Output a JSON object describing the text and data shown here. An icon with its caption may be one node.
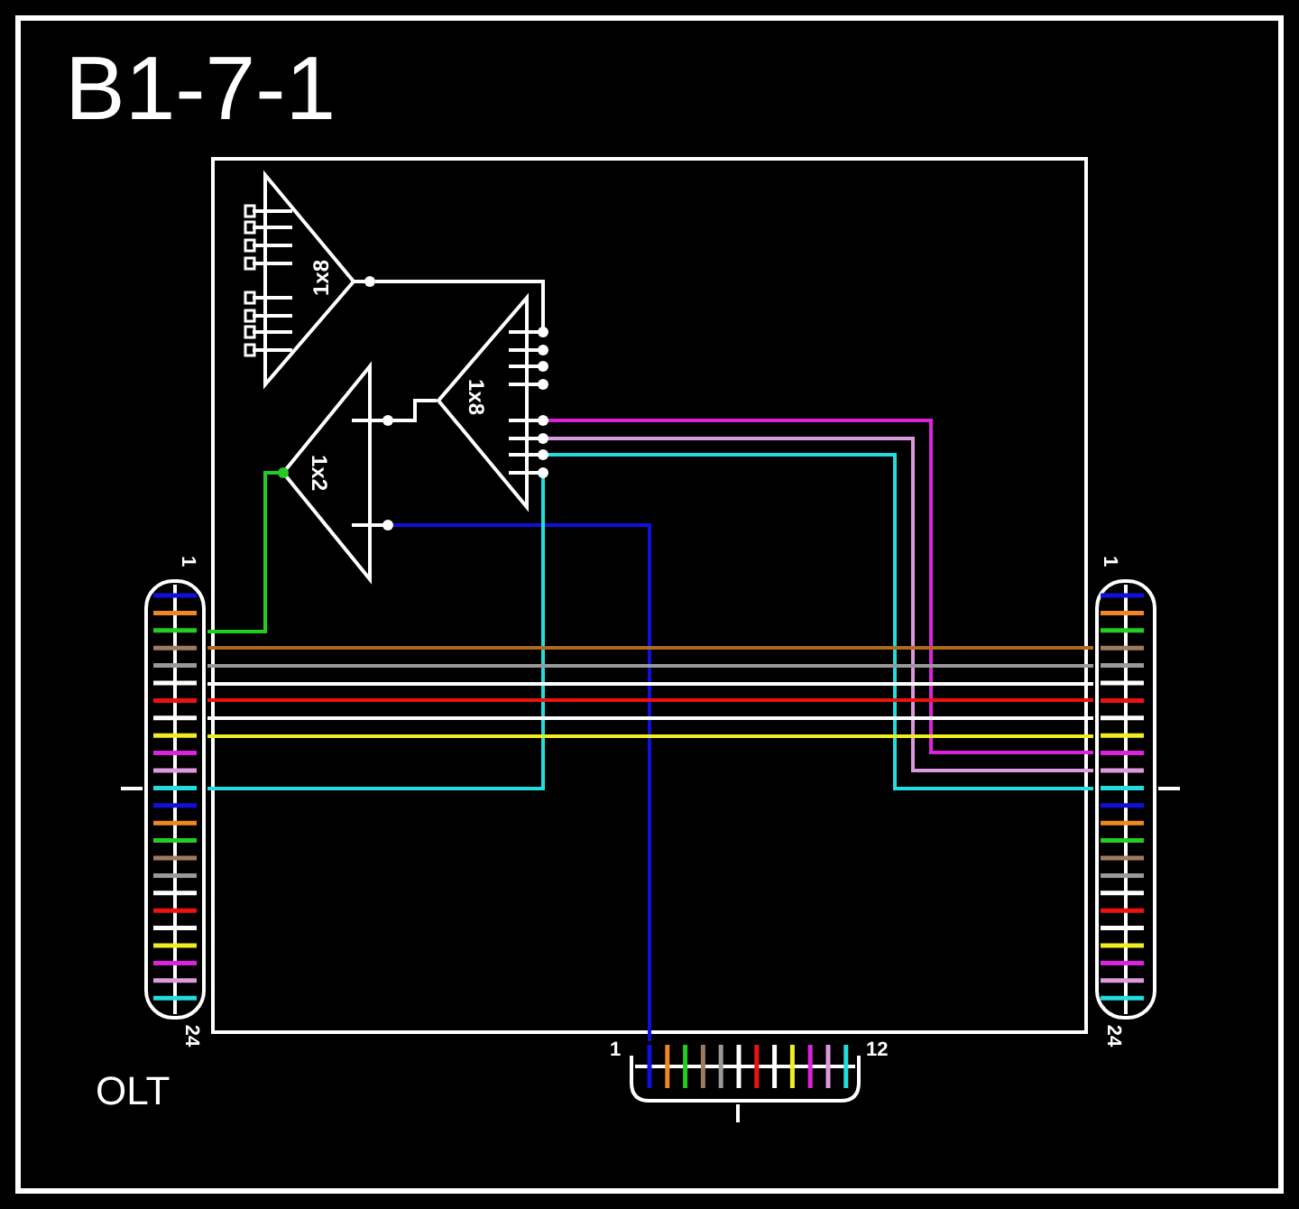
{
  "diagram": {
    "title": "B1-7-1",
    "nodes": [
      {
        "text": [
          "1x8"
        ]
      },
      {
        "text": [
          "1x2"
        ]
      },
      {
        "text": [
          "1x8"
        ]
      },
      {
        "text": [],
        "shape": "box",
        "beside": [
          "1",
          "24"
        ]
      },
      {
        "text": [],
        "shape": "box",
        "beside": [
          "1",
          "24"
        ]
      },
      {
        "text": [],
        "shape": "box",
        "beside": [
          "1",
          "12"
        ]
      }
    ],
    "edges": [
      {
        "from": 3,
        "to": 1,
        "arrow": "none",
        "color": "#22cc22"
      },
      {
        "from": 1,
        "to": 2,
        "arrow": "none"
      },
      {
        "from": 1,
        "to": 5,
        "arrow": "none",
        "color": "#1010dd"
      },
      {
        "from": 0,
        "to": 2,
        "arrow": "none"
      },
      {
        "from": 2,
        "to": 4,
        "arrow": "none",
        "color": "#dd22dd"
      },
      {
        "from": 2,
        "to": 4,
        "arrow": "none",
        "color": "#dd99dd"
      },
      {
        "from": 2,
        "to": 4,
        "arrow": "none",
        "color": "#22dddd"
      },
      {
        "from": 2,
        "to": 3,
        "arrow": "none",
        "color": "#22dddd"
      },
      {
        "from": 3,
        "to": 4,
        "arrow": "none",
        "color": "#b06a20"
      },
      {
        "from": 3,
        "to": 4,
        "arrow": "none",
        "color": "#999999"
      },
      {
        "from": 3,
        "to": 4,
        "arrow": "none"
      },
      {
        "from": 3,
        "to": 4,
        "arrow": "none",
        "color": "#ee1111"
      },
      {
        "from": 3,
        "to": 4,
        "arrow": "none"
      },
      {
        "from": 3,
        "to": 4,
        "arrow": "none",
        "color": "#eeee22"
      }
    ],
    "labels": [
      "OLT"
    ]
  }
}
